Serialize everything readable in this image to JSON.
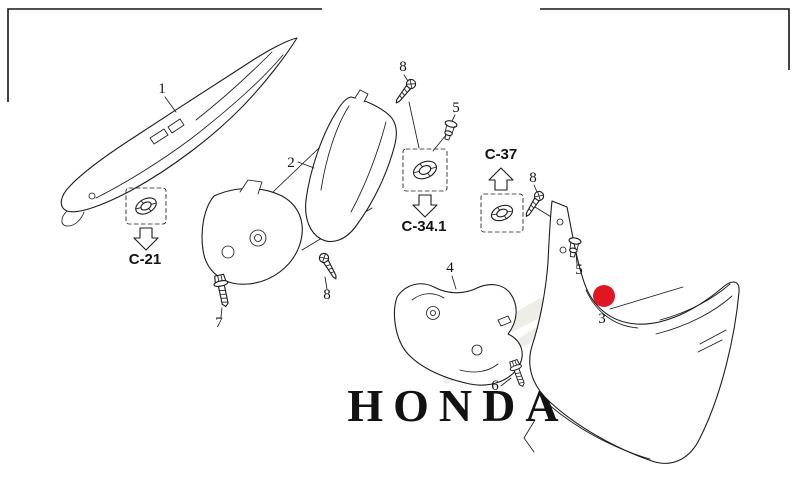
{
  "page": {
    "background": "#ffffff",
    "line_color": "#1c1c1c"
  },
  "marker": {
    "color": "#e01622"
  },
  "watermark": {
    "text": "HONDA",
    "color": "#ebe8e1",
    "wing_color": "#efede8"
  },
  "labels": {
    "l1": "1",
    "l2": "2",
    "l3": "3",
    "l4": "4",
    "l5a": "5",
    "l5b": "5",
    "l6": "6",
    "l7": "7",
    "l8a": "8",
    "l8b": "8",
    "l8c": "8",
    "c21": "C-21",
    "c341": "C-34.1",
    "c37": "C-37"
  }
}
